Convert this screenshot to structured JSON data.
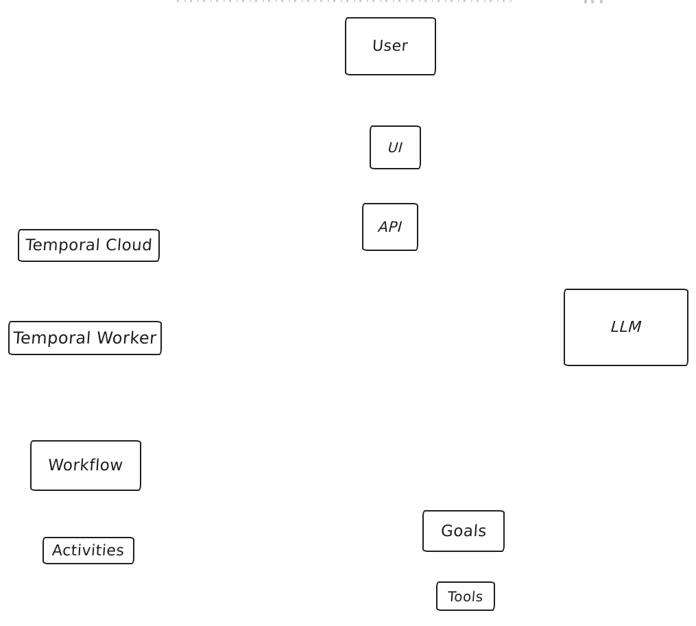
{
  "canvas": {
    "background": "#ffffff",
    "stroke_color": "#1e1e1e",
    "style": "hand-drawn sketch (Excalidraw-like)"
  },
  "diagram": {
    "type": "architecture-flowchart",
    "nodes": [
      {
        "id": "user",
        "label": "User"
      },
      {
        "id": "ui",
        "label": "UI"
      },
      {
        "id": "api",
        "label": "API"
      },
      {
        "id": "temporal-cloud",
        "label": "Temporal Cloud"
      },
      {
        "id": "temporal-worker",
        "label": "Temporal Worker"
      },
      {
        "id": "llm",
        "label": "LLM"
      },
      {
        "id": "workflow",
        "label": "Workflow"
      },
      {
        "id": "activities",
        "label": "Activities"
      },
      {
        "id": "goals",
        "label": "Goals"
      },
      {
        "id": "tools",
        "label": "Tools"
      }
    ],
    "edges": []
  }
}
